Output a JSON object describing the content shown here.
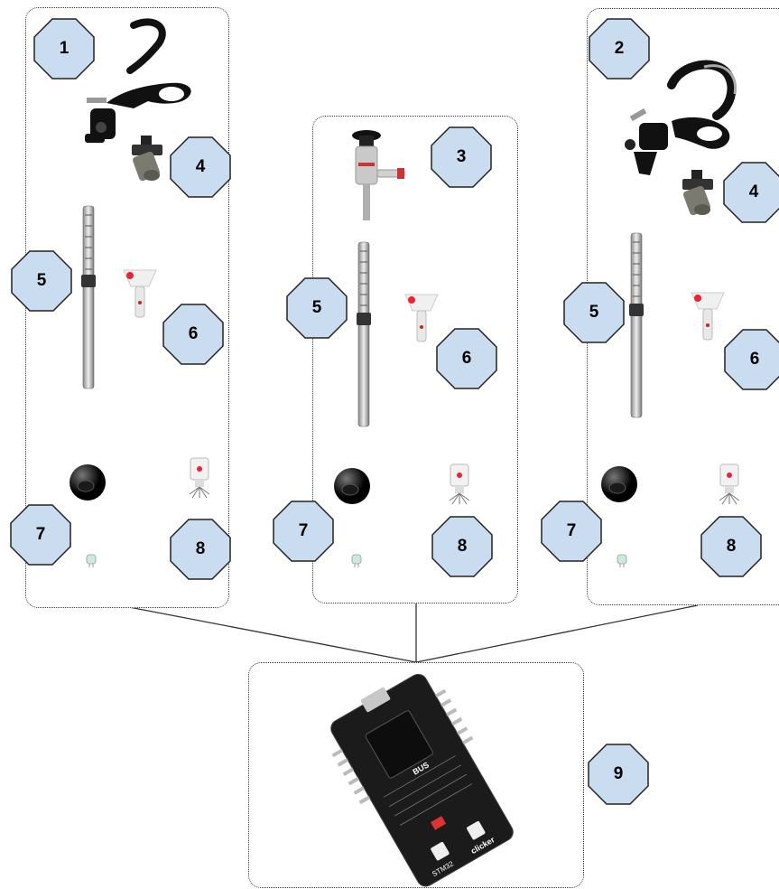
{
  "diagram": {
    "badges": {
      "b1": "1",
      "b2": "2",
      "b3": "3",
      "b4a": "4",
      "b4b": "4",
      "b5a": "5",
      "b5b": "5",
      "b5c": "5",
      "b6a": "6",
      "b6b": "6",
      "b6c": "6",
      "b7a": "7",
      "b7b": "7",
      "b7c": "7",
      "b8a": "8",
      "b8b": "8",
      "b8c": "8",
      "b9": "9"
    },
    "board": {
      "bus_label": "BUS",
      "model_label": "STM32",
      "brand_label": "clicker"
    },
    "colors": {
      "badge_fill": "#c9dcf0",
      "badge_stroke": "#222222",
      "board": "#1b1b1b",
      "metal": "#b8b8b8"
    },
    "icons": [
      "scissor-handle-icon",
      "ring-handle-icon",
      "endoscope-icon",
      "pressure-sensor-icon",
      "tube-shaft-icon",
      "joystick-sensor-icon",
      "ball-knob-icon",
      "led-icon",
      "vibration-motor-icon",
      "microcontroller-board-icon"
    ]
  }
}
